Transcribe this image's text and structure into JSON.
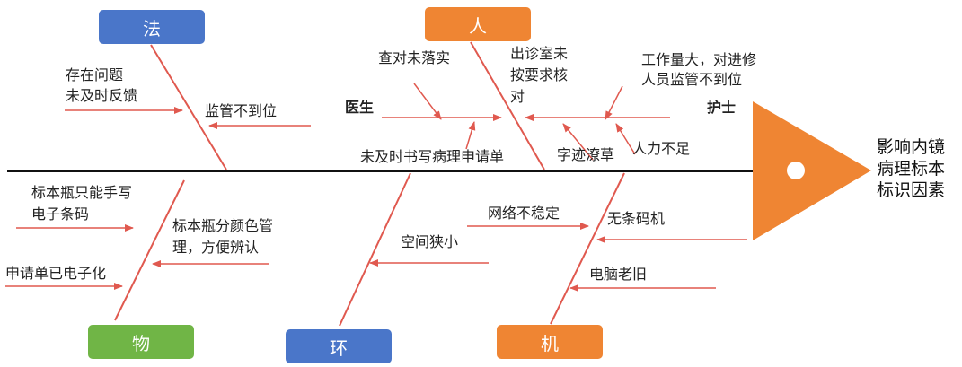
{
  "colors": {
    "line": "#e0594f",
    "spine": "#111111",
    "head": "#ef8533",
    "box_blue": "#4a76c9",
    "box_orange": "#ef8533",
    "box_green": "#70b546"
  },
  "categories": {
    "fa": "法",
    "ren": "人",
    "wu": "物",
    "huan": "环",
    "ji": "机"
  },
  "effect": {
    "line1": "影响内镜",
    "line2": "病理标本",
    "line3": "标识因素"
  },
  "causes": {
    "fa_1_a": "存在问题",
    "fa_1_b": "未及时反馈",
    "fa_2": "监管不到位",
    "ren_doctor": "医生",
    "ren_nurse": "护士",
    "ren_1": "查对未落实",
    "ren_2_a": "出诊室未",
    "ren_2_b": "按要求核",
    "ren_2_c": "对",
    "ren_3_a": "工作量大，对进修",
    "ren_3_b": "人员监管不到位",
    "ren_4": "未及时书写病理申请单",
    "ren_5": "字迹潦草",
    "ren_6": "人力不足",
    "wu_1_a": "标本瓶只能手写",
    "wu_1_b": "电子条码",
    "wu_2_a": "标本瓶分颜色管",
    "wu_2_b": "理，方便辨认",
    "wu_3": "申请单已电子化",
    "huan_1": "网络不稳定",
    "huan_2": "空间狭小",
    "ji_1": "无条码机",
    "ji_2": "电脑老旧"
  }
}
